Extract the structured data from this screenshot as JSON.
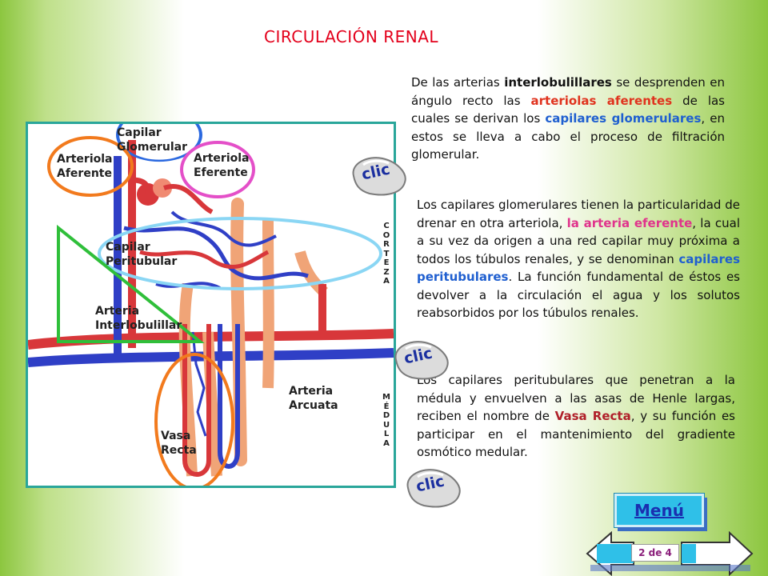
{
  "title": "CIRCULACIÓN RENAL",
  "paragraph1": {
    "t1": "De las arterias ",
    "interlob": "interlobulillares",
    "t2": " se desprenden en ángulo recto las ",
    "aferentes": "arteriolas aferentes",
    "t3": " de las cuales se derivan los ",
    "glomerulares": "capilares glomerulares",
    "t4": ", en estos se lleva a cabo el proceso de filtración glomerular."
  },
  "paragraph2": {
    "t1": "Los capilares glomerulares tienen la particularidad de drenar en otra arteriola, ",
    "eferente": "la arteria eferente",
    "t2": ", la cual a su vez da origen a una red capilar muy próxima a todos los túbulos renales, y se denominan ",
    "peritub": "capilares peritubulares",
    "t3": ". La función fundamental de éstos es devolver a la circulación el agua y los solutos reabsorbidos por los túbulos renales."
  },
  "paragraph3": {
    "t1": "Los capilares peritubulares que penetran a la médula y envuelven a las asas de Henle largas, reciben el nombre de ",
    "vasa": "Vasa Recta",
    "t2": ", y su función es participar en el mantenimiento del gradiente osmótico medular."
  },
  "figure": {
    "capilar_glomerular": [
      "Capilar",
      "Glomerular"
    ],
    "arteriola_aferente": [
      "Arteriola",
      "Aferente"
    ],
    "arteriola_eferente": [
      "Arteriola",
      "Eferente"
    ],
    "capilar_peritubular": [
      "Capilar",
      "Peritubular"
    ],
    "arteria_interlobulillar": [
      "Arteria",
      "Interlobulillar"
    ],
    "arteria_arcuata": [
      "Arteria",
      "Arcuata"
    ],
    "vasa_recta": [
      "Vasa",
      "Recta"
    ],
    "corteza": "CORTEZA",
    "medula": "MÉDULA"
  },
  "clic_label": "clic",
  "menu_label": "Menú",
  "page_indicator": "2 de 4",
  "colors": {
    "title": "#e3001b",
    "artery": "#d8373a",
    "vein": "#2f3fc6",
    "tubule": "#f0a477",
    "menu_button": "#2fc0e8"
  }
}
